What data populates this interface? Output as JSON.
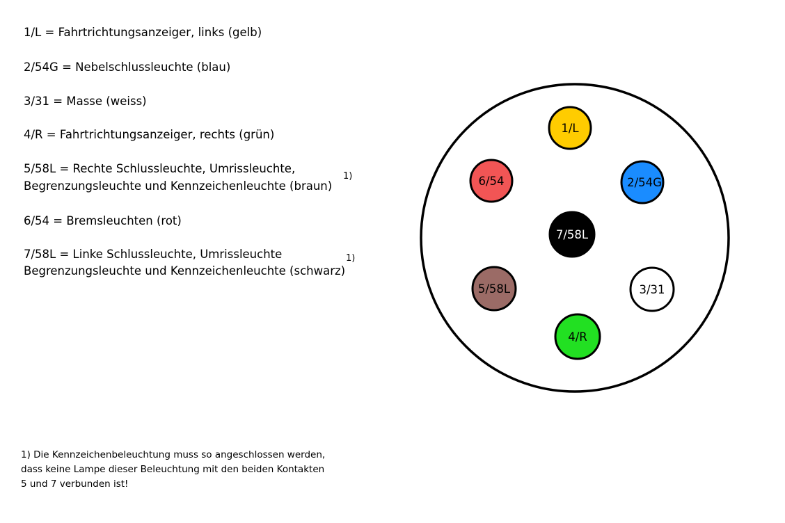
{
  "legend": {
    "l1": "1/L = Fahrtrichtungsanzeiger, links (gelb)",
    "l2": "2/54G = Nebelschlussleuchte (blau)",
    "l3": "3/31 = Masse (weiss)",
    "l4": "4/R = Fahrtrichtungsanzeiger, rechts (grün)",
    "l5a": "5/58L = Rechte Schlussleuchte, Umrissleuchte,",
    "l5b": "Begrenzungsleuchte und Kennzeichenleuchte (braun)",
    "l5mark": "1)",
    "l6": "6/54 = Bremsleuchten (rot)",
    "l7a": "7/58L = Linke Schlussleuchte, Umrissleuchte",
    "l7b": "Begrenzungsleuchte und Kennzeichenleuchte (schwarz)",
    "l7mark": "1)"
  },
  "footnote": {
    "line1": "1) Die Kennzeichenbeleuchtung muss so angeschlossen werden,",
    "line2": "dass keine Lampe dieser Beleuchtung mit den beiden Kontakten",
    "line3": "5 und 7 verbunden ist!"
  },
  "pins": {
    "p1": {
      "label": "1/L",
      "color": "#FFCC00",
      "text_color": "#000000"
    },
    "p2": {
      "label": "2/54G",
      "color": "#1A8CFF",
      "text_color": "#000000"
    },
    "p3": {
      "label": "3/31",
      "color": "#FFFFFF",
      "text_color": "#000000"
    },
    "p4": {
      "label": "4/R",
      "color": "#22E022",
      "text_color": "#000000"
    },
    "p5": {
      "label": "5/58L",
      "color": "#9B6B66",
      "text_color": "#000000"
    },
    "p6": {
      "label": "6/54",
      "color": "#F25555",
      "text_color": "#000000"
    },
    "p7": {
      "label": "7/58L",
      "color": "#000000",
      "text_color": "#FFFFFF"
    }
  }
}
